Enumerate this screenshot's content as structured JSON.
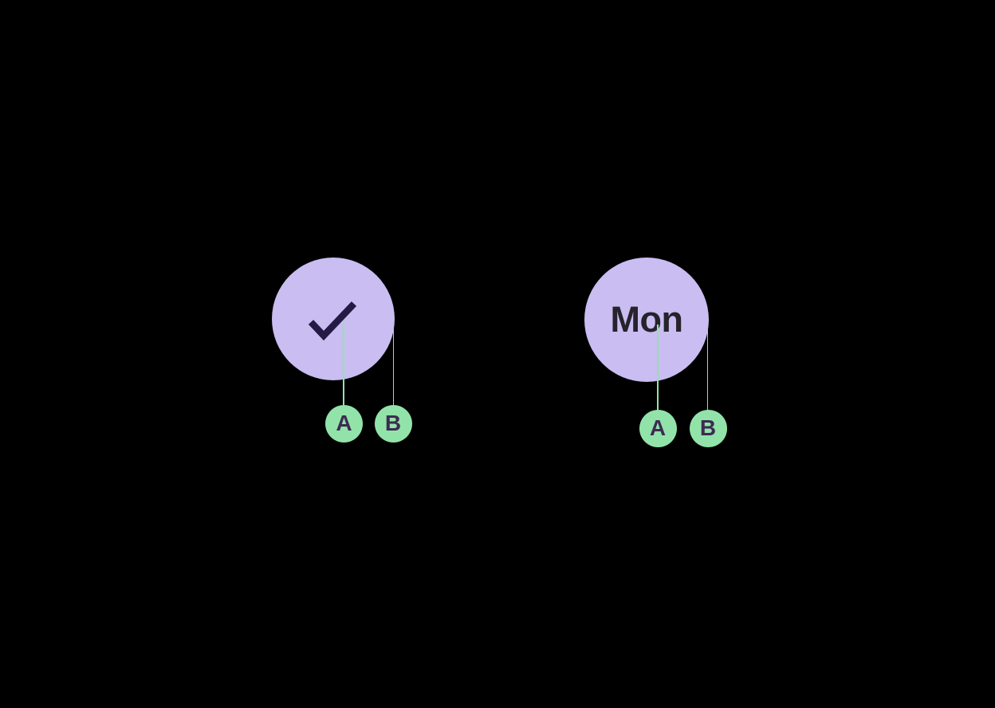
{
  "diagram": {
    "colors": {
      "background": "#000000",
      "component_fill": "#c9bdf1",
      "check_icon": "#241a45",
      "day_label": "#25232b",
      "annotation": "#92e3a9",
      "marker_letter": "#3d2b52"
    },
    "groups": [
      {
        "name": "selected-day",
        "icon": "check-icon",
        "markers": [
          {
            "label": "A"
          },
          {
            "label": "B"
          }
        ]
      },
      {
        "name": "labeled-day",
        "label": "Mon",
        "markers": [
          {
            "label": "A"
          },
          {
            "label": "B"
          }
        ]
      }
    ]
  }
}
